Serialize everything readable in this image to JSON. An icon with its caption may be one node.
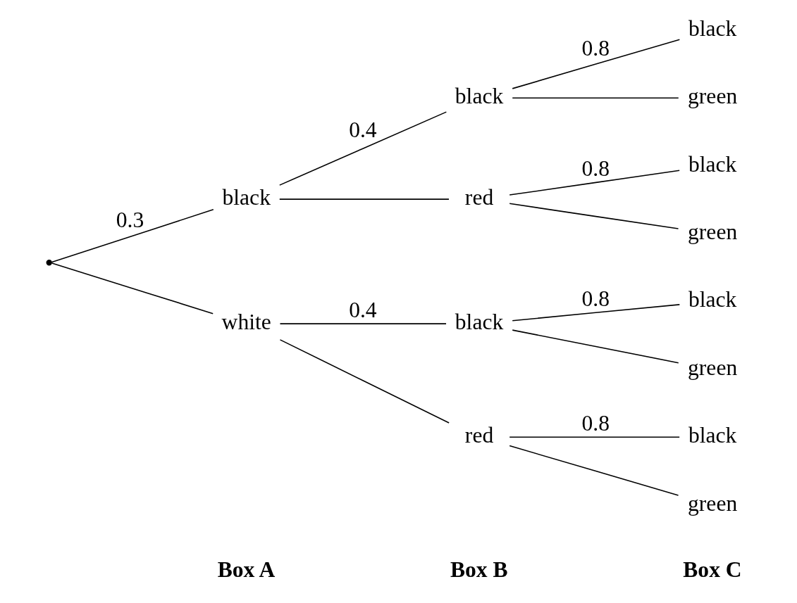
{
  "diagram": {
    "nodes": [
      {
        "text": [],
        "shape": "point"
      },
      {
        "text": [
          "black"
        ]
      },
      {
        "text": [
          "white"
        ]
      },
      {
        "text": [
          "black"
        ]
      },
      {
        "text": [
          "red"
        ]
      },
      {
        "text": [
          "black"
        ]
      },
      {
        "text": [
          "red"
        ]
      },
      {
        "text": [
          "black"
        ]
      },
      {
        "text": [
          "green"
        ]
      },
      {
        "text": [
          "black"
        ]
      },
      {
        "text": [
          "green"
        ]
      },
      {
        "text": [
          "black"
        ]
      },
      {
        "text": [
          "green"
        ]
      },
      {
        "text": [
          "black"
        ]
      },
      {
        "text": [
          "green"
        ]
      }
    ],
    "edges": [
      {
        "from": 0,
        "to": 1,
        "arrow": "none",
        "label": "0.3"
      },
      {
        "from": 0,
        "to": 2,
        "arrow": "none"
      },
      {
        "from": 1,
        "to": 3,
        "arrow": "none",
        "label": "0.4"
      },
      {
        "from": 1,
        "to": 4,
        "arrow": "none"
      },
      {
        "from": 2,
        "to": 5,
        "arrow": "none",
        "label": "0.4"
      },
      {
        "from": 2,
        "to": 6,
        "arrow": "none"
      },
      {
        "from": 3,
        "to": 7,
        "arrow": "none",
        "label": "0.8"
      },
      {
        "from": 3,
        "to": 8,
        "arrow": "none"
      },
      {
        "from": 4,
        "to": 9,
        "arrow": "none",
        "label": "0.8"
      },
      {
        "from": 4,
        "to": 10,
        "arrow": "none"
      },
      {
        "from": 5,
        "to": 11,
        "arrow": "none",
        "label": "0.8"
      },
      {
        "from": 5,
        "to": 12,
        "arrow": "none"
      },
      {
        "from": 6,
        "to": 13,
        "arrow": "none",
        "label": "0.8"
      },
      {
        "from": 6,
        "to": 14,
        "arrow": "none"
      }
    ],
    "labels": [
      "Box A",
      "Box B",
      "Box C"
    ]
  }
}
